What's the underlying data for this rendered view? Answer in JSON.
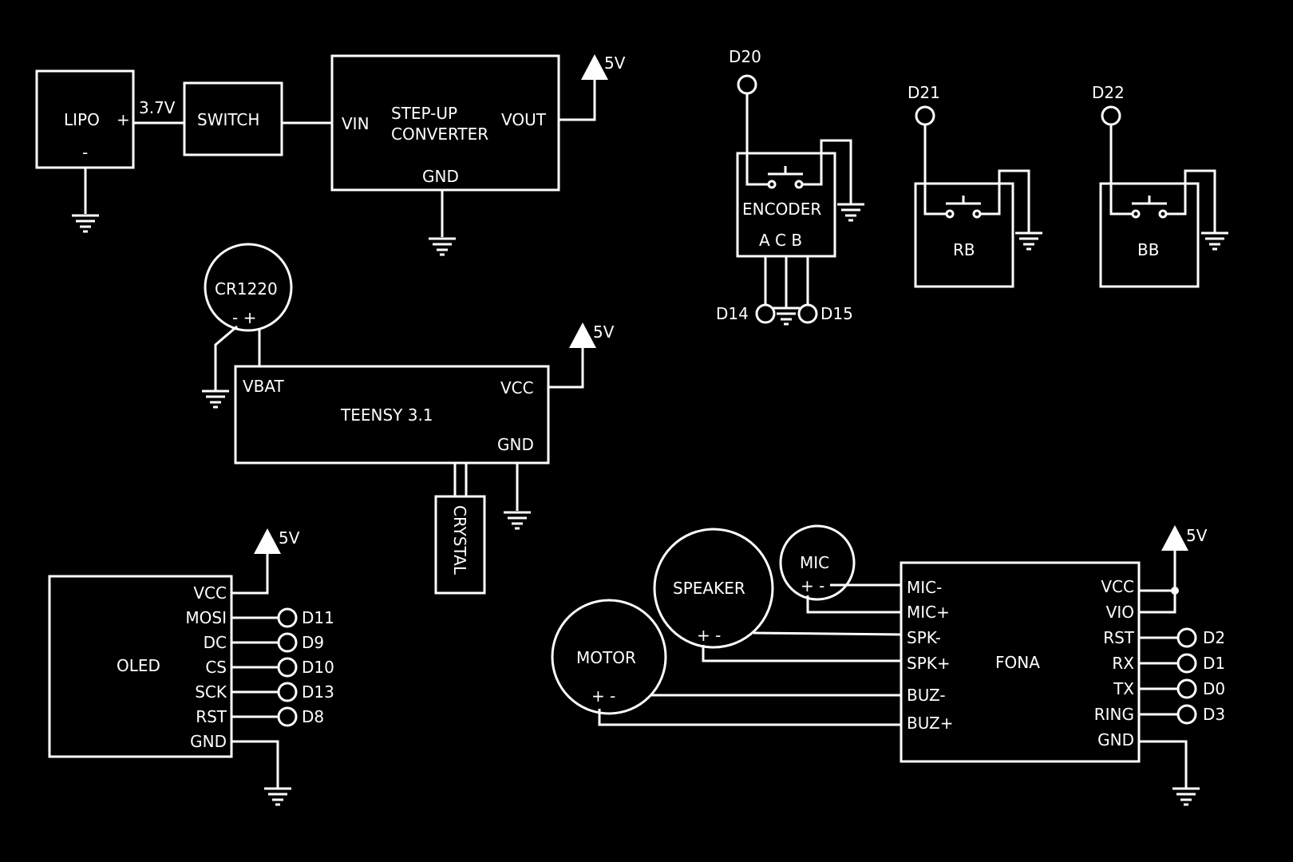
{
  "colors": {
    "background": "#000000",
    "foreground": "#ffffff"
  },
  "power": {
    "lipo": {
      "label": "LIPO",
      "plus": "+",
      "minus": "-"
    },
    "voltage": "3.7V",
    "switch": {
      "label": "SWITCH"
    },
    "converter": {
      "line1": "STEP-UP",
      "line2": "CONVERTER",
      "vin": "VIN",
      "vout": "VOUT",
      "gnd": "GND"
    },
    "out": "5V"
  },
  "encoder": {
    "label": "ENCODER",
    "pins": "A C B",
    "pin_top": "D20",
    "pin_a": "D14",
    "pin_b": "D15"
  },
  "rb": {
    "label": "RB",
    "pin": "D21"
  },
  "bb": {
    "label": "BB",
    "pin": "D22"
  },
  "battery": {
    "label": "CR1220",
    "pol": "-  +"
  },
  "teensy": {
    "label": "TEENSY 3.1",
    "vbat": "VBAT",
    "vcc": "VCC",
    "gnd": "GND",
    "supply": "5V",
    "crystal": "CRYSTAL"
  },
  "oled": {
    "label": "OLED",
    "supply": "5V",
    "pins": [
      {
        "name": "VCC",
        "net": ""
      },
      {
        "name": "MOSI",
        "net": "D11"
      },
      {
        "name": "DC",
        "net": "D9"
      },
      {
        "name": "CS",
        "net": "D10"
      },
      {
        "name": "SCK",
        "net": "D13"
      },
      {
        "name": "RST",
        "net": "D8"
      },
      {
        "name": "GND",
        "net": ""
      }
    ]
  },
  "fona": {
    "label": "FONA",
    "supply": "5V",
    "left_pins": [
      "MIC-",
      "MIC+",
      "SPK-",
      "SPK+",
      "BUZ-",
      "BUZ+"
    ],
    "right_pins": [
      {
        "name": "VCC",
        "net": ""
      },
      {
        "name": "VIO",
        "net": ""
      },
      {
        "name": "RST",
        "net": "D2"
      },
      {
        "name": "RX",
        "net": "D1"
      },
      {
        "name": "TX",
        "net": "D0"
      },
      {
        "name": "RING",
        "net": "D3"
      },
      {
        "name": "GND",
        "net": ""
      }
    ]
  },
  "mic": {
    "label": "MIC",
    "pol": "+  -"
  },
  "speaker": {
    "label": "SPEAKER",
    "pol": "+  -"
  },
  "motor": {
    "label": "MOTOR",
    "pol": "+  -"
  }
}
